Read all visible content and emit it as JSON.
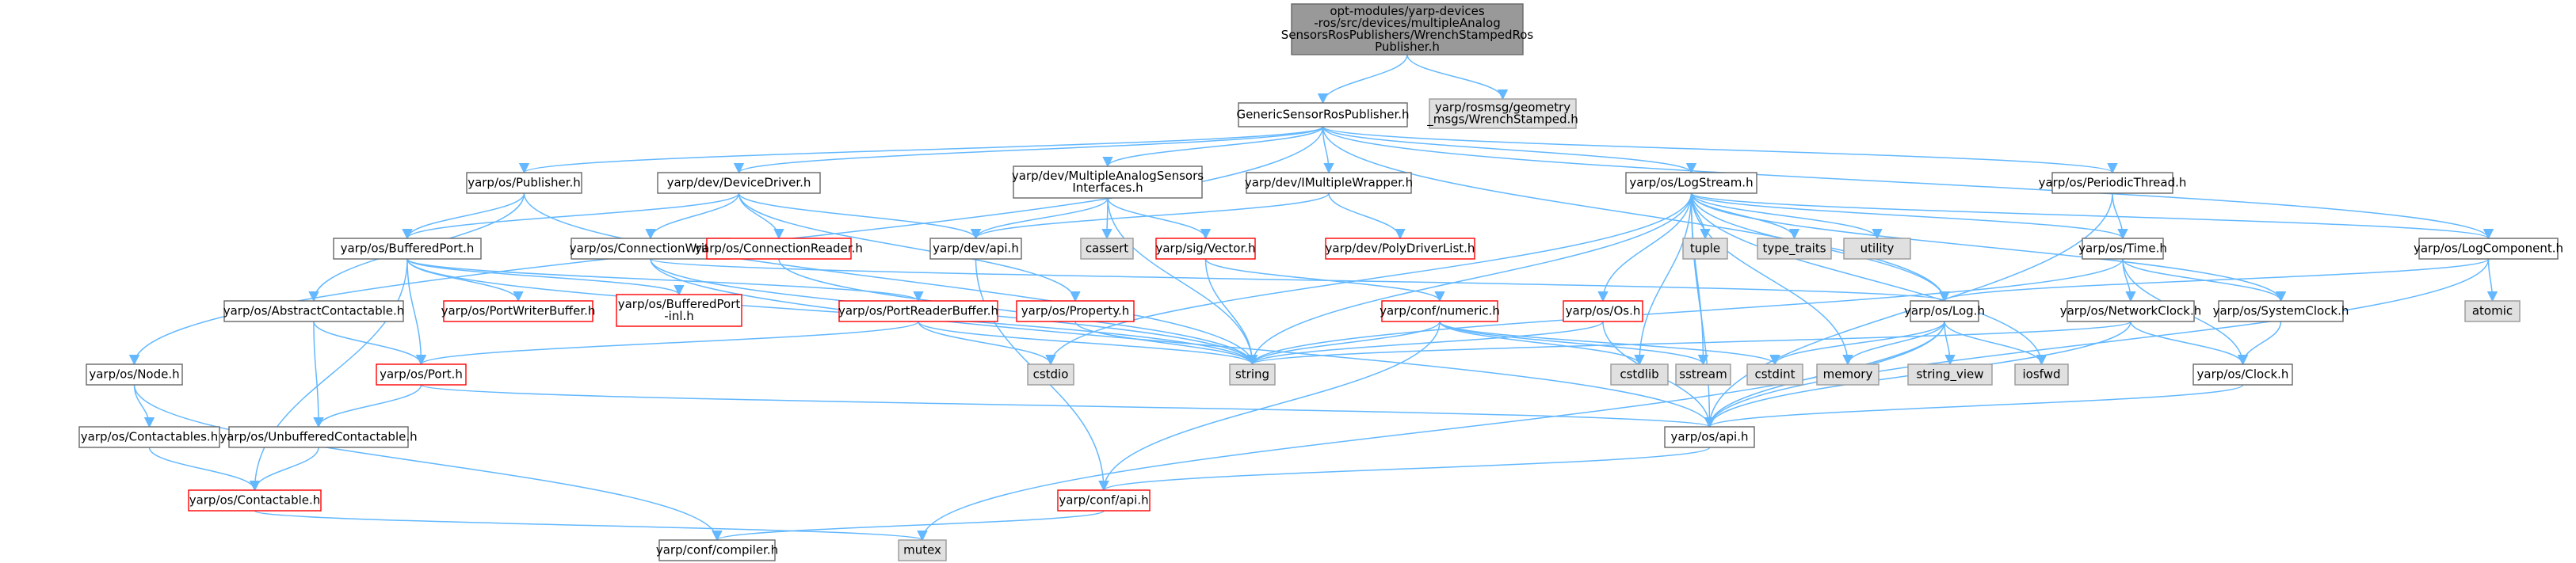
{
  "colors": {
    "root_fill": "#999999",
    "root_stroke": "#666666",
    "header_fill": "#ffffff",
    "header_stroke": "#666666",
    "truncated_stroke": "#ff0000",
    "external_fill": "#e0e0e0",
    "external_stroke": "#999999",
    "edge": "#63b8ff"
  },
  "nodes": [
    {
      "id": "root",
      "kind": "root",
      "lines": [
        "opt-modules/yarp-devices",
        "-ros/src/devices/multipleAnalog",
        "SensorsRosPublishers/WrenchStampedRos",
        "Publisher.h"
      ]
    },
    {
      "id": "gsrp",
      "kind": "header",
      "lines": [
        "GenericSensorRosPublisher.h"
      ]
    },
    {
      "id": "wrench",
      "kind": "external",
      "lines": [
        "yarp/rosmsg/geometry",
        "_msgs/WrenchStamped.h"
      ]
    },
    {
      "id": "publisher",
      "kind": "header",
      "lines": [
        "yarp/os/Publisher.h"
      ]
    },
    {
      "id": "devicedriver",
      "kind": "header",
      "lines": [
        "yarp/dev/DeviceDriver.h"
      ]
    },
    {
      "id": "masi",
      "kind": "header",
      "lines": [
        "yarp/dev/MultipleAnalogSensors",
        "Interfaces.h"
      ]
    },
    {
      "id": "imw",
      "kind": "header",
      "lines": [
        "yarp/dev/IMultipleWrapper.h"
      ]
    },
    {
      "id": "logstream",
      "kind": "header",
      "lines": [
        "yarp/os/LogStream.h"
      ]
    },
    {
      "id": "periodic",
      "kind": "header",
      "lines": [
        "yarp/os/PeriodicThread.h"
      ]
    },
    {
      "id": "node",
      "kind": "header",
      "lines": [
        "yarp/os/Node.h"
      ]
    },
    {
      "id": "bufferedport",
      "kind": "header",
      "lines": [
        "yarp/os/BufferedPort.h"
      ]
    },
    {
      "id": "connwriter",
      "kind": "header",
      "lines": [
        "yarp/os/ConnectionWriter.h"
      ]
    },
    {
      "id": "connreader",
      "kind": "truncated",
      "lines": [
        "yarp/os/ConnectionReader.h"
      ]
    },
    {
      "id": "devapi",
      "kind": "header",
      "lines": [
        "yarp/dev/api.h"
      ]
    },
    {
      "id": "cassert",
      "kind": "external",
      "lines": [
        "cassert"
      ]
    },
    {
      "id": "vector",
      "kind": "truncated",
      "lines": [
        "yarp/sig/Vector.h"
      ]
    },
    {
      "id": "polydriver",
      "kind": "truncated",
      "lines": [
        "yarp/dev/PolyDriverList.h"
      ]
    },
    {
      "id": "tuple",
      "kind": "external",
      "lines": [
        "tuple"
      ]
    },
    {
      "id": "typetraits",
      "kind": "external",
      "lines": [
        "type_traits"
      ]
    },
    {
      "id": "utility",
      "kind": "external",
      "lines": [
        "utility"
      ]
    },
    {
      "id": "time",
      "kind": "header",
      "lines": [
        "yarp/os/Time.h"
      ]
    },
    {
      "id": "logcomponent",
      "kind": "header",
      "lines": [
        "yarp/os/LogComponent.h"
      ]
    },
    {
      "id": "abstractc",
      "kind": "header",
      "lines": [
        "yarp/os/AbstractContactable.h"
      ]
    },
    {
      "id": "portwriterbuffer",
      "kind": "truncated",
      "lines": [
        "yarp/os/PortWriterBuffer.h"
      ]
    },
    {
      "id": "bpinl",
      "kind": "truncated",
      "lines": [
        "yarp/os/BufferedPort",
        "-inl.h"
      ]
    },
    {
      "id": "portreaderbuffer",
      "kind": "truncated",
      "lines": [
        "yarp/os/PortReaderBuffer.h"
      ]
    },
    {
      "id": "property",
      "kind": "truncated",
      "lines": [
        "yarp/os/Property.h"
      ]
    },
    {
      "id": "numeric",
      "kind": "truncated",
      "lines": [
        "yarp/conf/numeric.h"
      ]
    },
    {
      "id": "osos",
      "kind": "truncated",
      "lines": [
        "yarp/os/Os.h"
      ]
    },
    {
      "id": "log",
      "kind": "header",
      "lines": [
        "yarp/os/Log.h"
      ]
    },
    {
      "id": "networkclock",
      "kind": "header",
      "lines": [
        "yarp/os/NetworkClock.h"
      ]
    },
    {
      "id": "systemclock",
      "kind": "header",
      "lines": [
        "yarp/os/SystemClock.h"
      ]
    },
    {
      "id": "atomic",
      "kind": "external",
      "lines": [
        "atomic"
      ]
    },
    {
      "id": "cstdio",
      "kind": "external",
      "lines": [
        "cstdio"
      ]
    },
    {
      "id": "string",
      "kind": "external",
      "lines": [
        "string"
      ]
    },
    {
      "id": "cstdlib",
      "kind": "external",
      "lines": [
        "cstdlib"
      ]
    },
    {
      "id": "sstream",
      "kind": "external",
      "lines": [
        "sstream"
      ]
    },
    {
      "id": "cstdint",
      "kind": "external",
      "lines": [
        "cstdint"
      ]
    },
    {
      "id": "memory",
      "kind": "external",
      "lines": [
        "memory"
      ]
    },
    {
      "id": "stringview",
      "kind": "external",
      "lines": [
        "string_view"
      ]
    },
    {
      "id": "iosfwd",
      "kind": "external",
      "lines": [
        "iosfwd"
      ]
    },
    {
      "id": "clock",
      "kind": "header",
      "lines": [
        "yarp/os/Clock.h"
      ]
    },
    {
      "id": "port",
      "kind": "truncated",
      "lines": [
        "yarp/os/Port.h"
      ]
    },
    {
      "id": "contactables",
      "kind": "header",
      "lines": [
        "yarp/os/Contactables.h"
      ]
    },
    {
      "id": "unbuffered",
      "kind": "header",
      "lines": [
        "yarp/os/UnbufferedContactable.h"
      ]
    },
    {
      "id": "osapi",
      "kind": "header",
      "lines": [
        "yarp/os/api.h"
      ]
    },
    {
      "id": "contactable",
      "kind": "truncated",
      "lines": [
        "yarp/os/Contactable.h"
      ]
    },
    {
      "id": "confapi",
      "kind": "truncated",
      "lines": [
        "yarp/conf/api.h"
      ]
    },
    {
      "id": "mutex",
      "kind": "external",
      "lines": [
        "mutex"
      ]
    },
    {
      "id": "compiler",
      "kind": "header",
      "lines": [
        "yarp/conf/compiler.h"
      ]
    }
  ],
  "edges": [
    [
      "root",
      "gsrp"
    ],
    [
      "root",
      "wrench"
    ],
    [
      "gsrp",
      "publisher"
    ],
    [
      "gsrp",
      "devicedriver"
    ],
    [
      "gsrp",
      "masi"
    ],
    [
      "gsrp",
      "imw"
    ],
    [
      "gsrp",
      "logstream"
    ],
    [
      "gsrp",
      "periodic"
    ],
    [
      "gsrp",
      "node"
    ],
    [
      "gsrp",
      "log"
    ],
    [
      "gsrp",
      "logcomponent"
    ],
    [
      "publisher",
      "bufferedport"
    ],
    [
      "publisher",
      "abstractc"
    ],
    [
      "publisher",
      "string"
    ],
    [
      "devicedriver",
      "bufferedport"
    ],
    [
      "devicedriver",
      "connwriter"
    ],
    [
      "devicedriver",
      "connreader"
    ],
    [
      "devicedriver",
      "devapi"
    ],
    [
      "devicedriver",
      "property"
    ],
    [
      "masi",
      "devapi"
    ],
    [
      "masi",
      "cassert"
    ],
    [
      "masi",
      "vector"
    ],
    [
      "masi",
      "string"
    ],
    [
      "imw",
      "devapi"
    ],
    [
      "imw",
      "polydriver"
    ],
    [
      "logstream",
      "tuple"
    ],
    [
      "logstream",
      "typetraits"
    ],
    [
      "logstream",
      "utility"
    ],
    [
      "logstream",
      "time"
    ],
    [
      "logstream",
      "logcomponent"
    ],
    [
      "logstream",
      "osos"
    ],
    [
      "logstream",
      "log"
    ],
    [
      "logstream",
      "string"
    ],
    [
      "logstream",
      "cstdio"
    ],
    [
      "logstream",
      "cstdlib"
    ],
    [
      "logstream",
      "sstream"
    ],
    [
      "logstream",
      "iosfwd"
    ],
    [
      "logstream",
      "osapi"
    ],
    [
      "logstream",
      "memory"
    ],
    [
      "logstream",
      "systemclock"
    ],
    [
      "periodic",
      "time"
    ],
    [
      "periodic",
      "osapi"
    ],
    [
      "node",
      "contactables"
    ],
    [
      "node",
      "compiler"
    ],
    [
      "bufferedport",
      "portwriterbuffer"
    ],
    [
      "bufferedport",
      "bpinl"
    ],
    [
      "bufferedport",
      "portreaderbuffer"
    ],
    [
      "bufferedport",
      "port"
    ],
    [
      "bufferedport",
      "contactable"
    ],
    [
      "bufferedport",
      "string"
    ],
    [
      "connwriter",
      "string"
    ],
    [
      "connwriter",
      "osapi"
    ],
    [
      "connwriter",
      "log"
    ],
    [
      "connreader",
      "string"
    ],
    [
      "devapi",
      "confapi"
    ],
    [
      "vector",
      "string"
    ],
    [
      "vector",
      "numeric"
    ],
    [
      "time",
      "networkclock"
    ],
    [
      "time",
      "systemclock"
    ],
    [
      "time",
      "clock"
    ],
    [
      "time",
      "string"
    ],
    [
      "logcomponent",
      "log"
    ],
    [
      "logcomponent",
      "atomic"
    ],
    [
      "logcomponent",
      "osapi"
    ],
    [
      "abstractc",
      "port"
    ],
    [
      "abstractc",
      "unbuffered"
    ],
    [
      "portreaderbuffer",
      "port"
    ],
    [
      "portreaderbuffer",
      "cstdio"
    ],
    [
      "portreaderbuffer",
      "string"
    ],
    [
      "property",
      "string"
    ],
    [
      "numeric",
      "cstdint"
    ],
    [
      "numeric",
      "cstdlib"
    ],
    [
      "numeric",
      "sstream"
    ],
    [
      "numeric",
      "string"
    ],
    [
      "numeric",
      "confapi"
    ],
    [
      "osos",
      "string"
    ],
    [
      "osos",
      "osapi"
    ],
    [
      "log",
      "memory"
    ],
    [
      "log",
      "stringview"
    ],
    [
      "log",
      "iosfwd"
    ],
    [
      "log",
      "cstdint"
    ],
    [
      "log",
      "osapi"
    ],
    [
      "log",
      "mutex"
    ],
    [
      "networkclock",
      "clock"
    ],
    [
      "networkclock",
      "osapi"
    ],
    [
      "networkclock",
      "string"
    ],
    [
      "systemclock",
      "clock"
    ],
    [
      "clock",
      "osapi"
    ],
    [
      "port",
      "unbuffered"
    ],
    [
      "port",
      "osapi"
    ],
    [
      "contactables",
      "contactable"
    ],
    [
      "unbuffered",
      "contactable"
    ],
    [
      "osapi",
      "confapi"
    ],
    [
      "contactable",
      "mutex"
    ],
    [
      "confapi",
      "compiler"
    ]
  ]
}
